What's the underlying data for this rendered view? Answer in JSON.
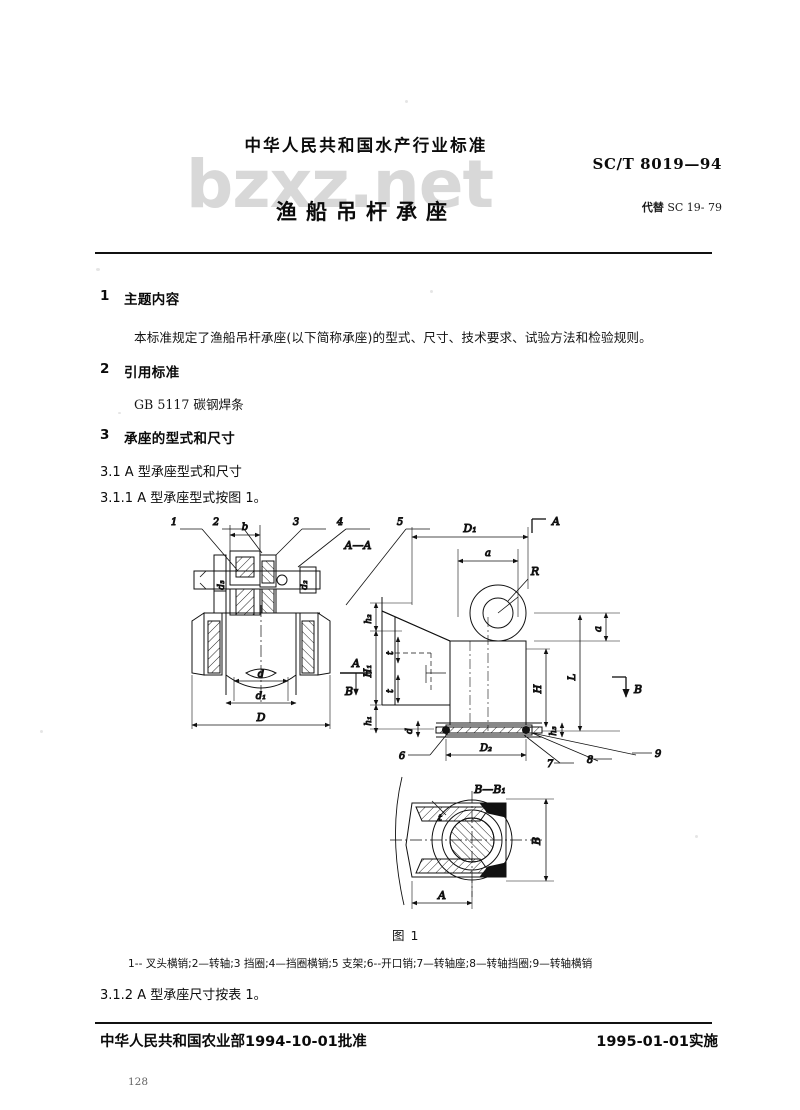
{
  "document": {
    "header": {
      "standard_org_line": "中华人民共和国水产行业标准",
      "title": "渔船吊杆承座",
      "standard_code": "SC/T 8019—94",
      "replaces_label": "代替",
      "replaces_code": "SC 19- 79",
      "watermark": "bzxz.net"
    },
    "sections": [
      {
        "number": "1",
        "heading": "主题内容",
        "paragraph": "本标准规定了渔船吊杆承座(以下简称承座)的型式、尺寸、技术要求、试验方法和检验规则。"
      },
      {
        "number": "2",
        "heading": "引用标准",
        "reference": "GB 5117    碳钢焊条"
      },
      {
        "number": "3",
        "heading": "承座的型式和尺寸",
        "clauses": [
          "3.1   A 型承座型式和尺寸",
          "3.1.1   A 型承座型式按图 1。",
          "3.1.2   A 型承座尺寸按表 1。"
        ]
      }
    ],
    "figure": {
      "caption": "图 1",
      "legend": "1-- 叉头横销;2—转轴;3   挡圈;4—挡圈横销;5   支架;6--开口销;7—转轴座;8—转轴挡圈;9—转轴横销",
      "section_labels": {
        "aa": "A—A",
        "bb1": "B—B₁",
        "arrow_a": "A",
        "arrow_b": "B",
        "arrow_a_top": "A",
        "arrow_b_right": "B"
      },
      "dimensions_left_view": [
        "b",
        "d₃",
        "d₂",
        "d",
        "d₁",
        "D"
      ],
      "dimensions_main_view": [
        "D₁",
        "a",
        "R",
        "a",
        "h₂",
        "t",
        "H₁",
        "t",
        "h₁",
        "d",
        "H",
        "L",
        "h₃",
        "D₂"
      ],
      "dimensions_section_view": [
        "B",
        "A"
      ],
      "callouts": [
        "1",
        "2",
        "3",
        "4",
        "5",
        "6",
        "7",
        "8",
        "9"
      ]
    },
    "footer": {
      "approval": "中华人民共和国农业部1994-10-01批准",
      "implementation": "1995-01-01实施",
      "page_number": "128"
    }
  }
}
